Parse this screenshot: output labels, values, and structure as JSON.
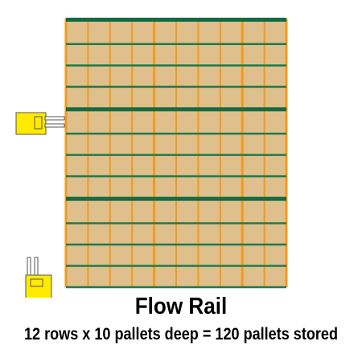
{
  "title": "Flow Rail",
  "subtitle": "12 rows x 10 pallets deep = 120 pallets stored",
  "storage": {
    "rows": 12,
    "pallets_deep": 10,
    "total_pallets": 120,
    "lanes_per_block": 4,
    "blocks": 3
  },
  "colors": {
    "pallet": "#dfbf8c",
    "upright": "#f39a1c",
    "rail": "#1f7a4d",
    "rail_heavy": "#146b43",
    "truck_body": "#ffea00",
    "truck_outline": "#555555"
  },
  "icons": {
    "forklift_side": "forklift-side-icon",
    "forklift_bottom": "forklift-bottom-icon"
  }
}
